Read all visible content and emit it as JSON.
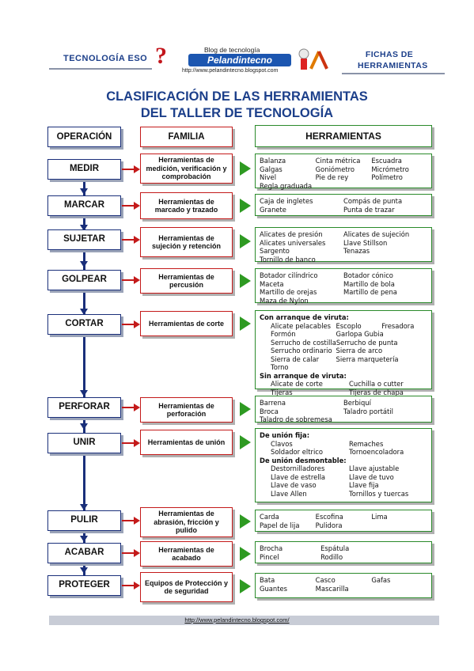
{
  "header": {
    "left": "TECNOLOGÍA ESO",
    "right_line1": "FICHAS DE",
    "right_line2": "HERRAMIENTAS",
    "logo_blog": "Blog de tecnología",
    "logo_name": "Pelandintecno",
    "logo_url": "http://www.pelandintecno.blogspot.com"
  },
  "title": {
    "line1": "CLASIFICACIÓN DE LAS HERRAMIENTAS",
    "line2": "DEL TALLER DE TECNOLOGÍA"
  },
  "columns": {
    "operacion": "OPERACIÓN",
    "familia": "FAMILIA",
    "herramientas": "HERRAMIENTAS"
  },
  "rows": [
    {
      "op": "MEDIR",
      "fam": "Herramientas de medición, verificación y comprobación",
      "tools": [
        [
          "Balanza",
          "Cinta métrica",
          "Escuadra"
        ],
        [
          "Galgas",
          "Goniómetro",
          "Micrómetro"
        ],
        [
          "Nivel",
          "Pie de rey",
          "Polímetro"
        ],
        [
          "Regla graduada",
          "",
          ""
        ]
      ]
    },
    {
      "op": "MARCAR",
      "fam": "Herramientas de marcado y trazado",
      "tools": [
        [
          "Caja de ingletes",
          "Compás de punta"
        ],
        [
          "Granete",
          "Punta de trazar"
        ]
      ]
    },
    {
      "op": "SUJETAR",
      "fam": "Herramientas de sujeción y retención",
      "tools": [
        [
          "Alicates de presión",
          "Alicates de sujeción"
        ],
        [
          "Alicates universales",
          "Llave Stillson"
        ],
        [
          "Sargento",
          "Tenazas"
        ],
        [
          "Tornillo de banco",
          ""
        ]
      ]
    },
    {
      "op": "GOLPEAR",
      "fam": "Herramientas de percusión",
      "tools": [
        [
          "Botador cilíndrico",
          "Botador cónico"
        ],
        [
          "Maceta",
          "Martillo de bola"
        ],
        [
          "Martillo de orejas",
          "Martillo de pena"
        ],
        [
          "Maza de Nylon",
          ""
        ]
      ]
    },
    {
      "op": "CORTAR",
      "fam": "Herramientas de corte",
      "sub1": "Con arranque de viruta:",
      "tools1": [
        [
          "Alicate pelacables",
          "Escoplo",
          "Fresadora"
        ],
        [
          "Formón",
          "Garlopa Gubia",
          ""
        ],
        [
          "Serrucho de costilla",
          "Serrucho de punta",
          ""
        ],
        [
          "Serrucho ordinario",
          "Sierra de arco",
          ""
        ],
        [
          "Sierra de calar",
          "Sierra marquetería",
          ""
        ],
        [
          "Torno",
          "",
          ""
        ]
      ],
      "sub2": "Sin arranque de viruta:",
      "tools2": [
        [
          "Alicate de corte",
          "Cuchilla o cutter"
        ],
        [
          "Tijeras",
          "Tijeras de chapa"
        ]
      ]
    },
    {
      "op": "PERFORAR",
      "fam": "Herramientas de perforación",
      "tools": [
        [
          "Barrena",
          "Berbiquí"
        ],
        [
          "Broca",
          "Taladro portátil"
        ],
        [
          "Taladro de sobremesa",
          ""
        ]
      ]
    },
    {
      "op": "UNIR",
      "fam": "Herramientas de unión",
      "sub1": "De unión fija:",
      "tools1": [
        [
          "Clavos",
          "Remaches"
        ],
        [
          "Soldador eltrico",
          "Tornoencoladora"
        ]
      ],
      "sub2": "De unión desmontable:",
      "tools2": [
        [
          "Destornilladores",
          "Llave ajustable"
        ],
        [
          "Llave de estrella",
          "Llave de tuvo"
        ],
        [
          "Llave de vaso",
          "Llave fija"
        ],
        [
          "Llave Allen",
          "Tornillos y tuercas"
        ]
      ]
    },
    {
      "op": "PULIR",
      "fam": "Herramientas de abrasión, fricción y pulido",
      "tools": [
        [
          "Carda",
          "Escofina",
          "Lima"
        ],
        [
          "Papel de lija",
          "Pulidora",
          ""
        ]
      ]
    },
    {
      "op": "ACABAR",
      "fam": "Herramientas de acabado",
      "tools": [
        [
          "Brocha",
          "Espátula"
        ],
        [
          "Pincel",
          "Rodillo"
        ]
      ]
    },
    {
      "op": "PROTEGER",
      "fam": "Equipos de Protección y de seguridad",
      "tools": [
        [
          "Bata",
          "Casco",
          "Gafas"
        ],
        [
          "Guantes",
          "Mascarilla",
          ""
        ]
      ]
    }
  ],
  "footer": {
    "url": "http://www.pelandintecno.blogspot.com/"
  }
}
